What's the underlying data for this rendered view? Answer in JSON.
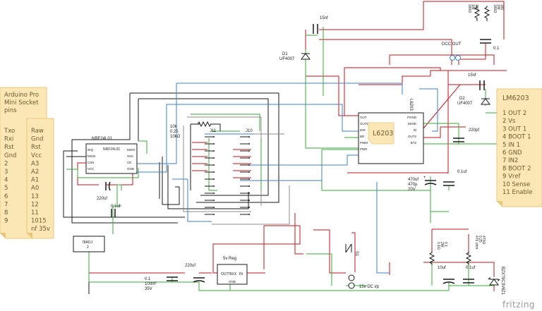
{
  "notes": {
    "arduino_title": [
      "Arduino Pro",
      "Mini Socket",
      "pins"
    ],
    "arduino_left": [
      "Txo",
      "Rxi",
      "Rst",
      "Gnd",
      "2",
      "3",
      "4",
      "5",
      "6",
      "7",
      "8",
      "9"
    ],
    "arduino_right": [
      "Raw",
      "Gnd",
      "Rst",
      "Vcc",
      "A3",
      "A2",
      "A1",
      "A0",
      "13",
      "12",
      "11",
      "1015",
      "nf 35v"
    ],
    "lm_title": "LM6203",
    "lm_pins": [
      "1 OUT 2",
      "2 Vs",
      "3 OUT 1",
      "4 BOOT 1",
      "5 IN 1",
      "6 GND",
      "7 IN2",
      "8 BOOT 2",
      "9 Vref",
      "10 Sense",
      "11 Enable"
    ]
  },
  "components": {
    "nrf_title": "NRF24L01",
    "nrf_inner": "NRF24L01",
    "nrf_left_pins": [
      "IRQ",
      "MOSI",
      "CSN",
      "VCC"
    ],
    "nrf_right_pins": [
      "MISO",
      "SCK",
      "CE",
      "GND"
    ],
    "l6203_label": "L6203",
    "l6203_vertical": "L6203",
    "l6203_left_pins": [
      "OUT",
      "OUT1",
      "DIR",
      "BR",
      "PWM",
      "PWR"
    ],
    "l6203_right_pins": [
      "PGND",
      "SEND",
      "IN",
      "OUT2",
      "BT2"
    ],
    "j11": "J11",
    "j10": "J10",
    "reg_78adj": [
      "78ADJ",
      "2"
    ],
    "reg_5v_title": "5v Reg",
    "reg_5v_inner": "78XX",
    "reg_5v_pins": [
      "OUT",
      "IN",
      "GND"
    ],
    "d1": [
      "D1",
      "UF4007"
    ],
    "d2": [
      "D2",
      "UF4007"
    ],
    "c_15nf_top": "15nf",
    "c_15nf_right": "15nf",
    "r_10k": [
      "10k",
      "0.25",
      "10kΩ"
    ],
    "c_220pf": "220pf",
    "c_01uf_right": "0.1uf",
    "c_470uf": [
      "470uf",
      "470µ",
      "20V"
    ],
    "c_220uf_left": "220uf",
    "c_01uf_left": "0.1uf",
    "c_220uf_bottom": "220uf",
    "c_01_100nf": [
      "0.1",
      "100nF",
      "35V"
    ],
    "dcc_out": "DCC OUT",
    "c_01_dcc": "0.1",
    "r_top": [
      "180Ω",
      "1W",
      "180",
      "180Ω",
      "1W",
      "180"
    ],
    "r_bottom_left": [
      "0.1Ω",
      "2W",
      "0.1"
    ],
    "r_bottom_right": [
      "470 ohm",
      "0.25",
      "470Ω"
    ],
    "c_10uf": "10uf",
    "c_01uf_bottom": "0.1uf",
    "zener": "BZX79C3V6",
    "z1": "Z1",
    "switch": "S1",
    "power_in": "15v DC i/p"
  },
  "brand": "fritzing",
  "colors": {
    "wire_black": "#1a1a1a",
    "wire_red": "#c0161c",
    "wire_green": "#3aa63a",
    "wire_blue": "#3f7fcf",
    "wire_gray": "#8c8c8c",
    "note_fill": "#fbe7b6",
    "note_edge": "#e8c77a"
  }
}
